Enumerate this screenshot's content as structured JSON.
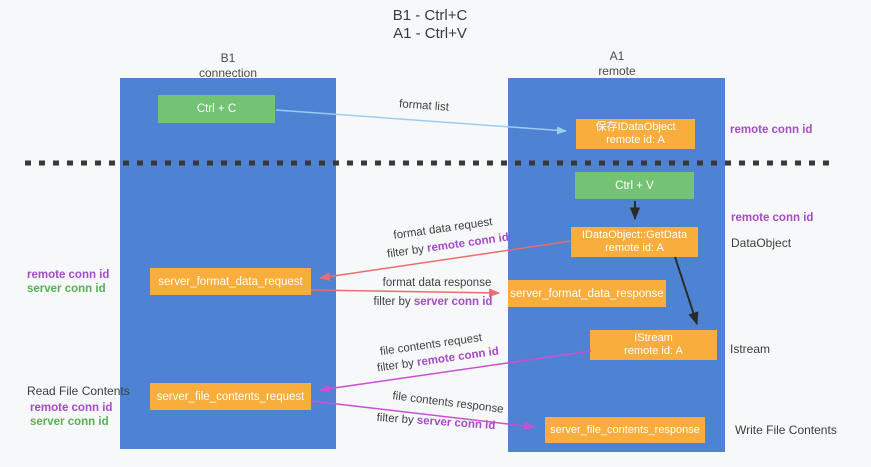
{
  "title": {
    "line1": "B1 - Ctrl+C",
    "line2": "A1 - Ctrl+V"
  },
  "lanes": {
    "left": {
      "title": "B1",
      "subtitle": "connection"
    },
    "right": {
      "title": "A1",
      "subtitle": "remote"
    }
  },
  "nodes": {
    "ctrl_c": {
      "label": "Ctrl + C"
    },
    "save_dataobject": {
      "line1": "保存IDataObject",
      "line2": "remote id: A"
    },
    "ctrl_v": {
      "label": "Ctrl + V"
    },
    "getdata": {
      "line1": "IDataObject::GetData",
      "line2": "remote id: A"
    },
    "server_format_data_request": {
      "label": "server_format_data_request"
    },
    "server_format_data_response": {
      "label": "server_format_data_response"
    },
    "istream": {
      "line1": "IStream",
      "line2": "remote id: A"
    },
    "server_file_contents_request": {
      "label": "server_file_contents_request"
    },
    "server_file_contents_response": {
      "label": "server_file_contents_response"
    }
  },
  "messages": {
    "format_list": "format list",
    "format_data_request": "format data request",
    "format_data_request_filter": {
      "prefix": "filter by",
      "key": "remote conn id"
    },
    "format_data_response": "format data response",
    "format_data_response_filter": {
      "prefix": "filter by",
      "key": "server conn id"
    },
    "file_contents_request": "file contents request",
    "file_contents_request_filter": {
      "prefix": "filter by",
      "key": "remote conn id"
    },
    "file_contents_response": "file contents response",
    "file_contents_response_filter": {
      "prefix": "filter by",
      "key": "server conn id"
    }
  },
  "annotations": {
    "right_remote_conn_id_top": "remote conn id",
    "right_remote_conn_id_mid": "remote conn id",
    "dataobject": "DataObject",
    "istream": "Istream",
    "write_file_contents": "Write File Contents",
    "read_file_contents": "Read File Contents",
    "left_legend_top": {
      "remote": "remote conn id",
      "server": "server conn id"
    },
    "left_legend_bottom": {
      "remote": "remote conn id",
      "server": "server conn id"
    }
  },
  "colors": {
    "lane_blue": "#4d83d2",
    "node_orange": "#f9ad3d",
    "node_green": "#74c374",
    "arrow_light_blue": "#9dccf0",
    "arrow_red": "#ee6b6b",
    "arrow_magenta": "#cc4fd4",
    "arrow_black": "#2b2b2b",
    "dashed_line": "#383838",
    "text_purple": "#a74ac8",
    "text_green": "#55b055"
  }
}
